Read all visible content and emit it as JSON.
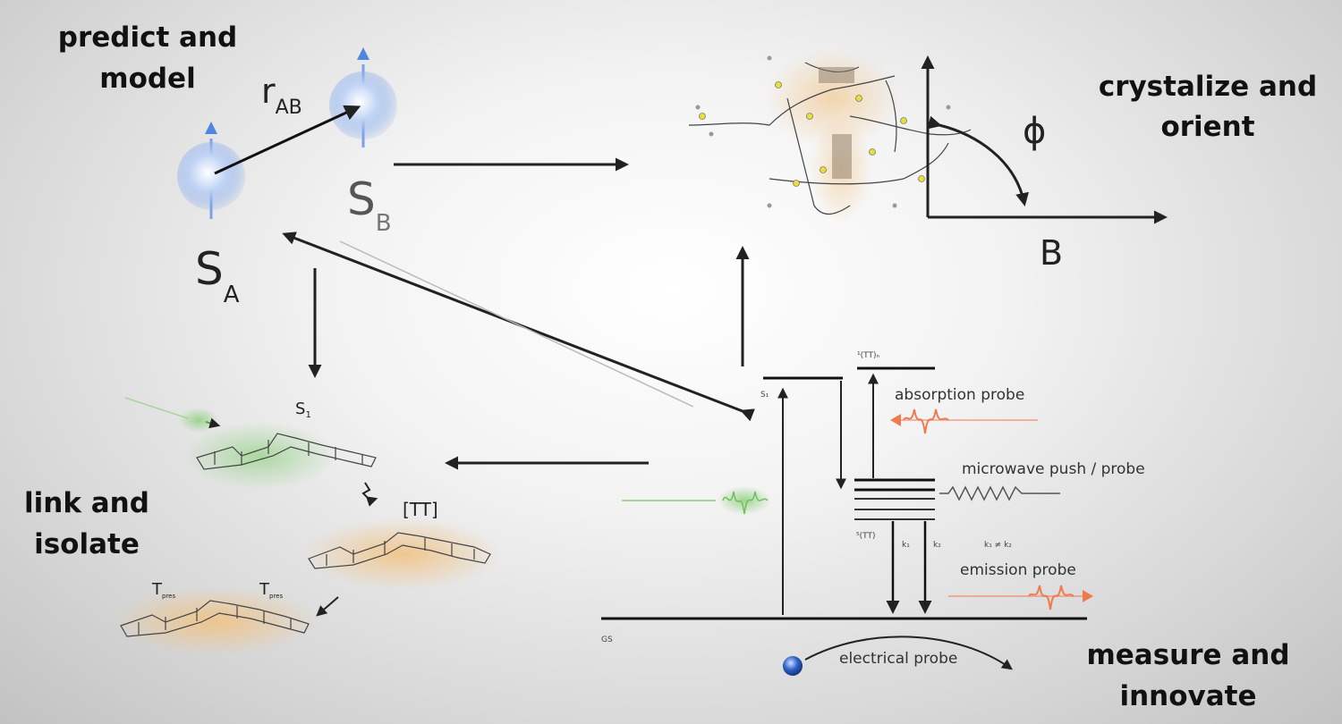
{
  "headings": {
    "predict": [
      "predict and",
      "model"
    ],
    "crystalize": [
      "crystalize and",
      "orient"
    ],
    "link": [
      "link and",
      "isolate"
    ],
    "measure": [
      "measure and",
      "innovate"
    ]
  },
  "spin_model": {
    "spin_a": "S",
    "spin_a_sub": "A",
    "spin_b": "S",
    "spin_b_sub": "B",
    "distance": "r",
    "distance_sub": "AB"
  },
  "orientation": {
    "angle": "ϕ",
    "field": "B"
  },
  "molecules": {
    "s1": "S",
    "s1_sub": "1",
    "tt": "[TT]",
    "t_left": "T",
    "t_right": "T",
    "t_sub": "pres"
  },
  "energy_diagram": {
    "s1_label": "S₁",
    "tt_top_label": "¹(TT)ₙ",
    "tt_label": "⁵(TT)",
    "k1": "k₁",
    "k2": "k₂",
    "rate_relation": "k₁ ≠ k₂",
    "gs_label": "GS",
    "absorption_probe": "absorption probe",
    "microwave_probe": "microwave push / probe",
    "emission_probe": "emission probe",
    "electrical_probe": "electrical probe"
  },
  "colors": {
    "spin_blue": "#7aa2e8",
    "pump_green": "#8fd17f",
    "probe_orange": "#ef7a4e",
    "glow_orange": "#f2c17f",
    "electron_blue": "#2d5fc8"
  }
}
